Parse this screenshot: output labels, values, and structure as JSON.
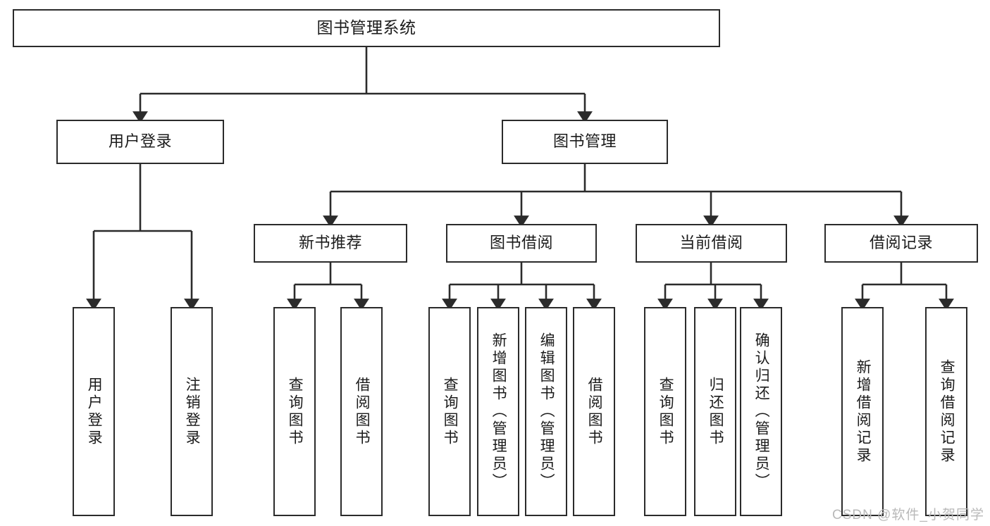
{
  "diagram": {
    "title": "图书管理系统",
    "type": "tree-hierarchy",
    "watermark": "CSDN @软件_小贺同学",
    "colors": {
      "stroke": "#2b2b2b",
      "fill": "#ffffff",
      "text": "#1b1b1b",
      "watermark": "#b9b9b9"
    },
    "levels": {
      "root": {
        "label": "图书管理系统"
      },
      "level2": [
        {
          "label": "用户登录"
        },
        {
          "label": "图书管理"
        }
      ],
      "level3": [
        {
          "label": "新书推荐"
        },
        {
          "label": "图书借阅"
        },
        {
          "label": "当前借阅"
        },
        {
          "label": "借阅记录"
        }
      ],
      "leaves": [
        {
          "label": "用户登录",
          "parent": "用户登录"
        },
        {
          "label": "注销登录",
          "parent": "用户登录"
        },
        {
          "label": "查询图书",
          "parent": "新书推荐"
        },
        {
          "label": "借阅图书",
          "parent": "新书推荐"
        },
        {
          "label": "查询图书",
          "parent": "图书借阅"
        },
        {
          "label": "新增图书（管理员）",
          "parent": "图书借阅"
        },
        {
          "label": "编辑图书（管理员）",
          "parent": "图书借阅"
        },
        {
          "label": "借阅图书",
          "parent": "图书借阅"
        },
        {
          "label": "查询图书",
          "parent": "当前借阅"
        },
        {
          "label": "归还图书",
          "parent": "当前借阅"
        },
        {
          "label": "确认归还（管理员）",
          "parent": "当前借阅"
        },
        {
          "label": "新增借阅记录",
          "parent": "借阅记录"
        },
        {
          "label": "查询借阅记录",
          "parent": "借阅记录"
        }
      ]
    }
  }
}
